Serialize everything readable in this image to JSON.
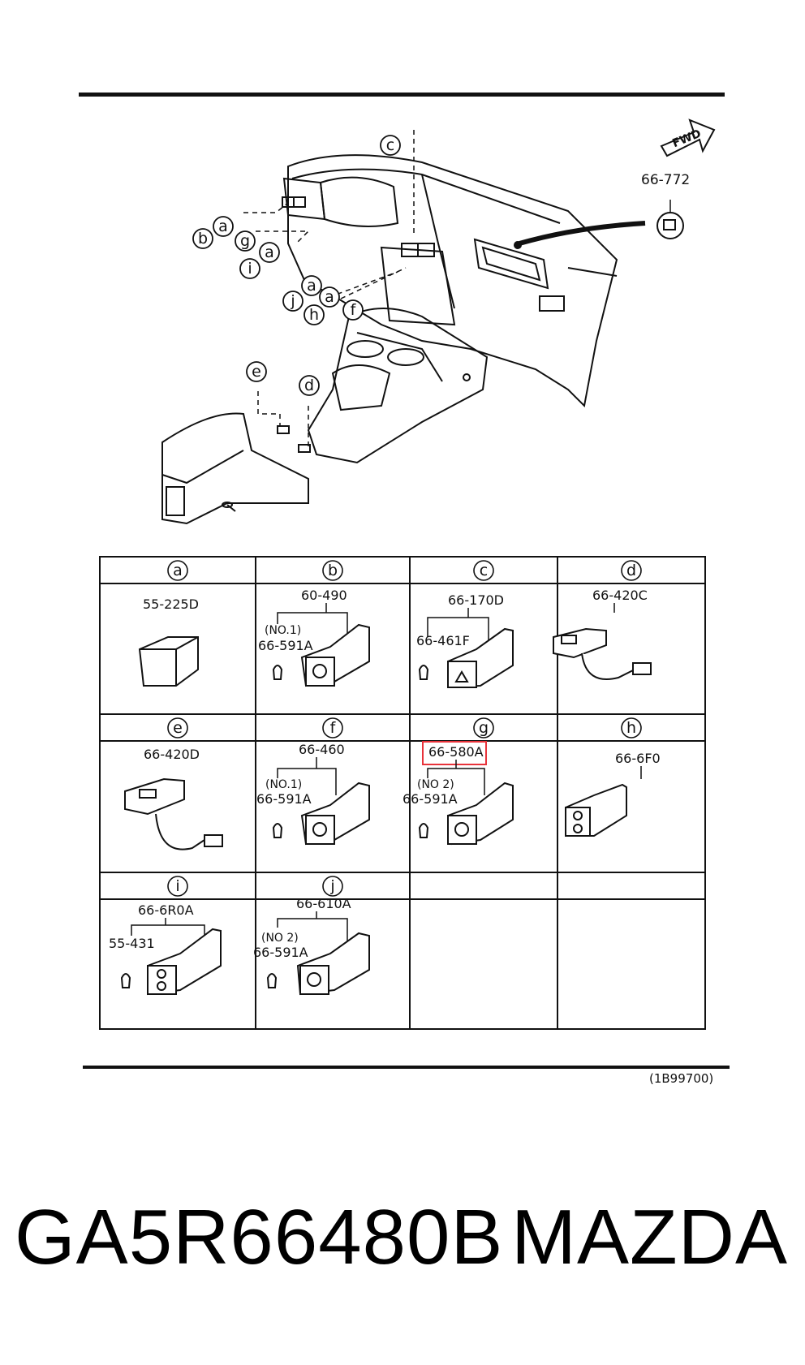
{
  "header": {
    "fwd_label": "FWD",
    "part_top_right": "66-772"
  },
  "overview_callouts": [
    "c",
    "a",
    "b",
    "g",
    "a",
    "i",
    "a",
    "j",
    "h",
    "a",
    "f",
    "e",
    "d"
  ],
  "table": {
    "rows": [
      [
        {
          "letter": "a",
          "main": "55-225D"
        },
        {
          "letter": "b",
          "main": "60-490",
          "note": "(NO.1)",
          "sub": "66-591A"
        },
        {
          "letter": "c",
          "main": "66-170D",
          "sub": "66-461F"
        },
        {
          "letter": "d",
          "main": "66-420C"
        }
      ],
      [
        {
          "letter": "e",
          "main": "66-420D"
        },
        {
          "letter": "f",
          "main": "66-460",
          "note": "(NO.1)",
          "sub": "66-591A"
        },
        {
          "letter": "g",
          "main": "66-580A",
          "note": "(NO 2)",
          "sub": "66-591A",
          "highlight": true
        },
        {
          "letter": "h",
          "main": "66-6F0"
        }
      ],
      [
        {
          "letter": "i",
          "main": "66-6R0A",
          "sub": "55-431"
        },
        {
          "letter": "j",
          "main": "66-610A",
          "note": "(NO 2)",
          "sub": "66-591A"
        },
        {
          "letter": "",
          "main": ""
        },
        {
          "letter": "",
          "main": ""
        }
      ]
    ]
  },
  "diagram_code": "(1B99700)",
  "footer": {
    "part_number": "GA5R66480B",
    "brand": "MAZDA"
  },
  "colors": {
    "highlight": "#e8333b",
    "ink": "#111111"
  }
}
